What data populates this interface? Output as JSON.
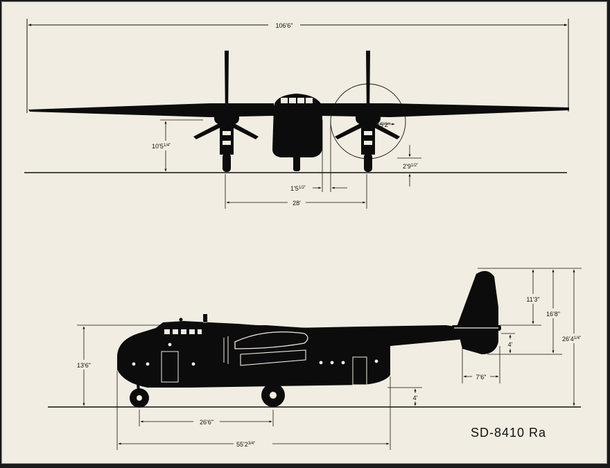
{
  "drawing": {
    "reference": "SD-8410 Ra",
    "colors": {
      "paper": "#f1ede2",
      "ink": "#0c0c0c",
      "frame": "#1a1a1a"
    }
  },
  "front_view": {
    "dimensions": {
      "wingspan": "106'6\"",
      "wing_height_main": "10'5",
      "wing_height_frac": "1/4\"",
      "prop_diameter": "15'2\"",
      "prop_clearance_main": "2'9",
      "prop_clearance_frac": "1/2\"",
      "offset_main": "1'5",
      "offset_frac": "1/2\"",
      "track": "28'"
    }
  },
  "side_view": {
    "dimensions": {
      "height_at_cockpit": "13'6\"",
      "tail_upper": "11'3\"",
      "tail_lower": "4'",
      "fin_height": "16'8\"",
      "overall_height_main": "26'4",
      "overall_height_frac": "1/4\"",
      "fin_chord": "7'6\"",
      "ground_clearance": "4'",
      "gear_base": "26'6\"",
      "length_main": "55'2",
      "length_frac": "3/4\""
    }
  }
}
